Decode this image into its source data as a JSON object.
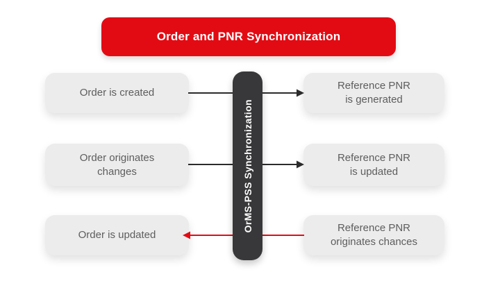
{
  "title": {
    "label": "Order and PNR Synchronization",
    "bg": "#e30b13",
    "text_color": "#ffffff"
  },
  "center_bar": {
    "label": "OrMS-PSS Synchronization",
    "bg": "#38383a",
    "text_color": "#ffffff"
  },
  "colors": {
    "page_bg": "#ffffff",
    "box_bg": "#ececec",
    "box_text": "#5d5d5d",
    "arrow_black": "#2b2b2b",
    "arrow_red": "#e30b13"
  },
  "rows": [
    {
      "left": {
        "line1": "Order is created",
        "line2": ""
      },
      "right": {
        "line1": "Reference PNR",
        "line2": "is generated"
      },
      "arrow": {
        "direction": "left-to-right",
        "color": "#2b2b2b"
      }
    },
    {
      "left": {
        "line1": "Order originates",
        "line2": "changes"
      },
      "right": {
        "line1": "Reference PNR",
        "line2": "is updated"
      },
      "arrow": {
        "direction": "left-to-right",
        "color": "#2b2b2b"
      }
    },
    {
      "left": {
        "line1": "Order is updated",
        "line2": ""
      },
      "right": {
        "line1": "Reference PNR",
        "line2": "originates chances"
      },
      "arrow": {
        "direction": "right-to-left",
        "color": "#e30b13"
      }
    }
  ]
}
